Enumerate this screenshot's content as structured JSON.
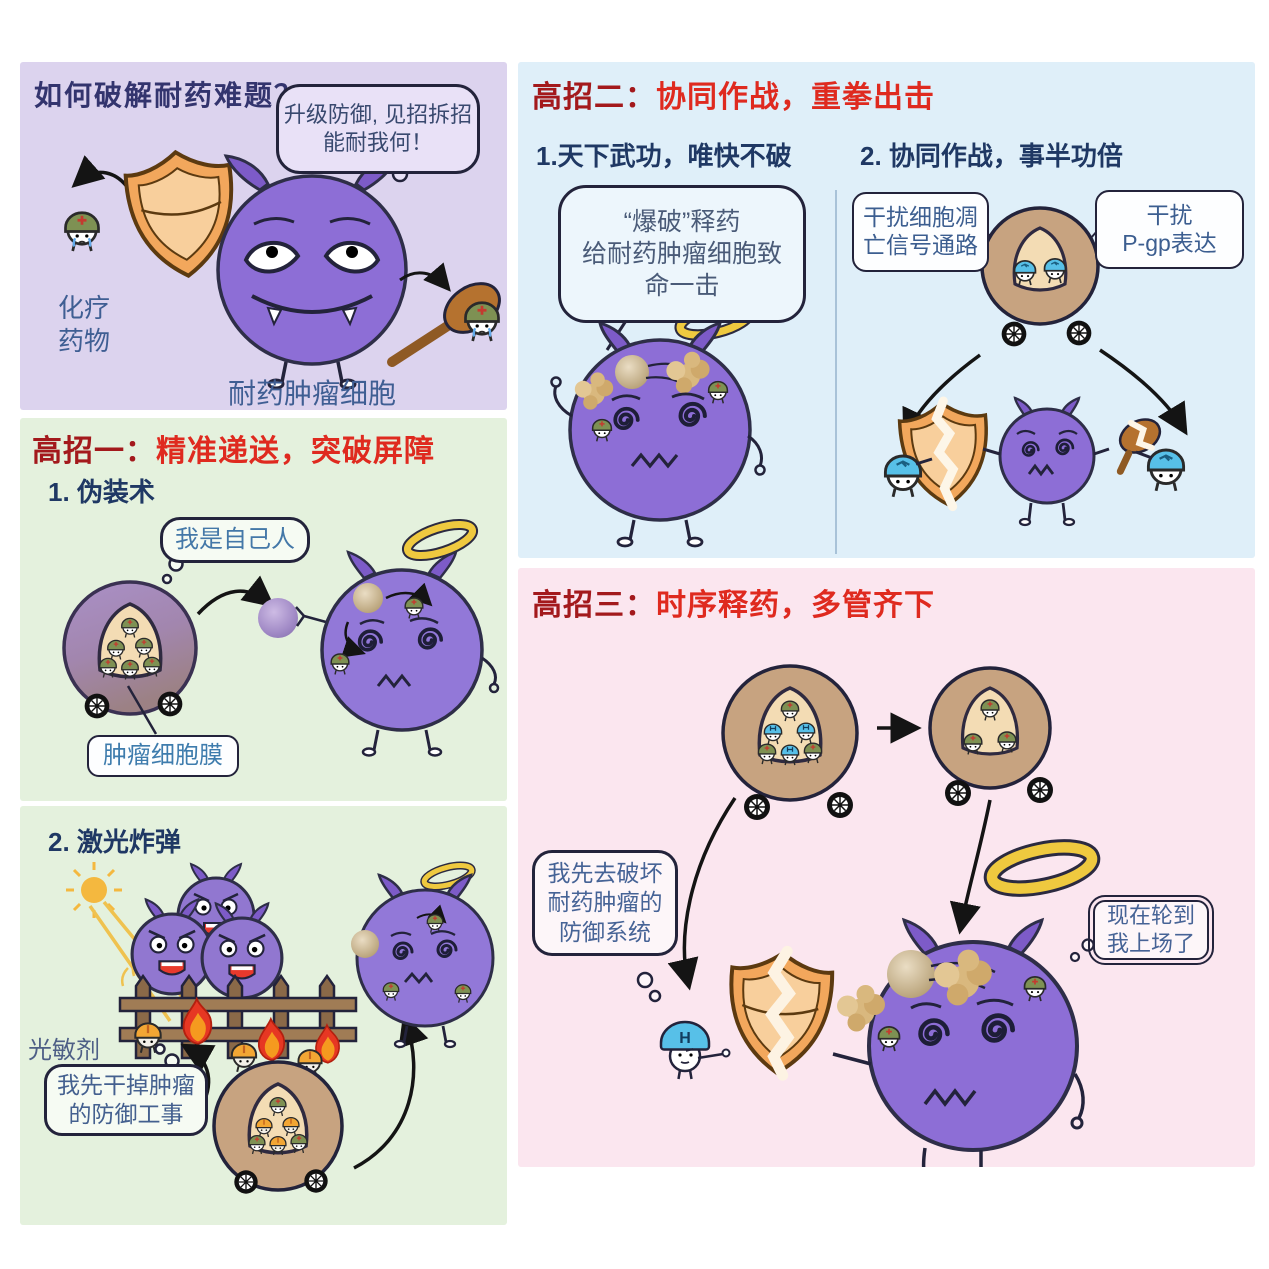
{
  "panels": {
    "intro": {
      "title": "如何破解耐药难题？",
      "bubble_line1": "升级防御, 见招拆招",
      "bubble_line2": "能耐我何！",
      "chemo_label_line1": "化疗",
      "chemo_label_line2": "药物",
      "cell_label": "耐药肿瘤细胞"
    },
    "method1": {
      "heading_prefix": "高招一：",
      "heading_rest": "精准递送，突破屏障",
      "part1_subtitle": "1. 伪装术",
      "part1_bubble": "我是自己人",
      "membrane_label": "肿瘤细胞膜",
      "part2_subtitle": "2. 激光炸弹",
      "photosensitizer_label": "光敏剂",
      "part2_bubble_line1": "我先干掉肿瘤",
      "part2_bubble_line2": "的防御工事"
    },
    "method2": {
      "heading_prefix": "高招二：",
      "heading_rest": "协同作战，重拳出击",
      "col1_subtitle": "1.天下武功，唯快不破",
      "col1_bubble_line1": "“爆破”释药",
      "col1_bubble_line2": "给耐药肿瘤细胞致",
      "col1_bubble_line3": "命一击",
      "col2_subtitle": "2. 协同作战，事半功倍",
      "col2_left_label_line1": "干扰细胞凋",
      "col2_left_label_line2": "亡信号通路",
      "col2_right_label_line1": "干扰",
      "col2_right_label_line2": "P-gp表达"
    },
    "method3": {
      "heading_prefix": "高招三：",
      "heading_rest": "时序释药，多管齐下",
      "bubble1_line1": "我先去破坏",
      "bubble1_line2": "耐药肿瘤的",
      "bubble1_line3": "防御系统",
      "bubble2_line1": "现在轮到",
      "bubble2_line2": "我上场了",
      "helmet_letter": "H"
    }
  },
  "colors": {
    "panel_intro_bg": "#DCD3EE",
    "panel_method1_bg": "#E4F1DD",
    "panel_method2_bg": "#DFEFF9",
    "panel_method3_bg": "#FBE6EF",
    "heading_red": "#DF2A1F",
    "heading_dark_red": "#A3191C",
    "subtitle_navy": "#1F3864",
    "cell_purple": "#8D6ED6",
    "shield_orange": "#F2A75C",
    "halo_yellow": "#EFC93F",
    "flame_red": "#E63723"
  }
}
